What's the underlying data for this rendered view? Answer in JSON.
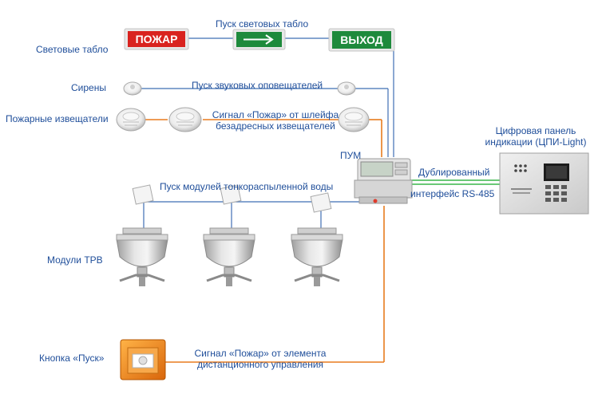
{
  "signs": {
    "fire": "ПОЖАР",
    "exit": "ВЫХОД"
  },
  "left_labels": {
    "light_boards": "Световые табло",
    "sirens": "Сирены",
    "detectors": "Пожарные извещатели",
    "trv_modules": "Модули ТРВ",
    "start_button": "Кнопка «Пуск»"
  },
  "line_labels": {
    "light_start": "Пуск световых табло",
    "sound_start": "Пуск звуковых оповещателей",
    "fire_signal_loop_1": "Сигнал «Пожар» от шлейфа",
    "fire_signal_loop_2": "безадресных извещателей",
    "module_start": "Пуск модулей тонкораспыленной воды",
    "fire_signal_remote_1": "Сигнал «Пожар» от элемента",
    "fire_signal_remote_2": "дистанционного управления",
    "duplicated": "Дублированный",
    "rs485": "интерфейс RS-485"
  },
  "devices": {
    "pum": "ПУМ",
    "panel_title_1": "Цифровая панель",
    "panel_title_2": "индикации (ЦПИ-Light)"
  },
  "colors": {
    "label_blue": "#1f4e9a",
    "line_blue": "#3f6fb5",
    "line_orange": "#e87c1e",
    "line_green": "#39b54a",
    "sign_red": "#d9231f",
    "sign_green": "#1e8a3c"
  }
}
